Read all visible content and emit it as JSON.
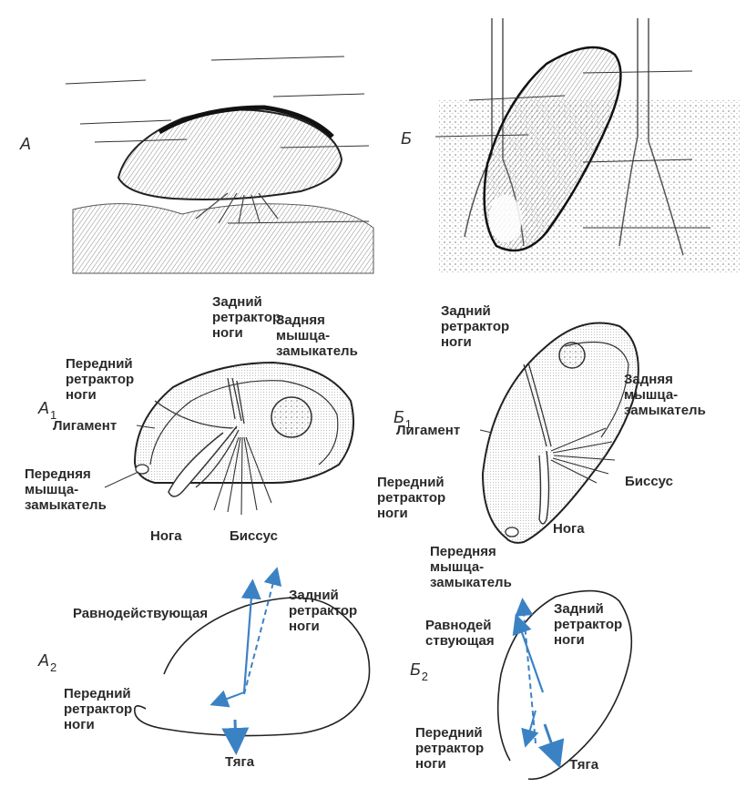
{
  "panels": {
    "A": "А",
    "B": "Б",
    "A1": "А",
    "A1_sub": "1",
    "B1": "Б",
    "B1_sub": "1",
    "A2": "А",
    "A2_sub": "2",
    "B2": "Б",
    "B2_sub": "2"
  },
  "a1_labels": {
    "posterior_retractor": "Задний\nретрактор\nноги",
    "posterior_adductor": "Задняя\nмышца-\nзамыкатель",
    "anterior_retractor": "Передний\nретрактор\nноги",
    "ligament": "Лигамент",
    "anterior_adductor": "Передняя\nмышца-\nзамыкатель",
    "foot": "Нога",
    "byssus": "Биссус"
  },
  "b1_labels": {
    "posterior_retractor": "Задний\nретрактор\nноги",
    "posterior_adductor": "Задняя\nмышца-\nзамыкатель",
    "ligament": "Лигамент",
    "byssus": "Биссус",
    "anterior_retractor": "Передний\nретрактор\nноги",
    "foot": "Нога",
    "anterior_adductor": "Передняя\nмышца-\nзамыкатель"
  },
  "a2_labels": {
    "resultant": "Равнодействующая",
    "posterior_retractor": "Задний\nретрактор\nноги",
    "anterior_retractor": "Передний\nретрактор\nноги",
    "traction": "Тяга"
  },
  "b2_labels": {
    "resultant": "Равнодей\nствующая",
    "posterior_retractor": "Задний\nретрактор\nноги",
    "anterior_retractor": "Передний\nретрактор\nноги",
    "traction": "Тяга"
  },
  "colors": {
    "ink": "#2a2a2a",
    "arrow_blue": "#3b82c4",
    "shading": "#8a8a8a",
    "muscle_fill": "#bdbdbd"
  }
}
